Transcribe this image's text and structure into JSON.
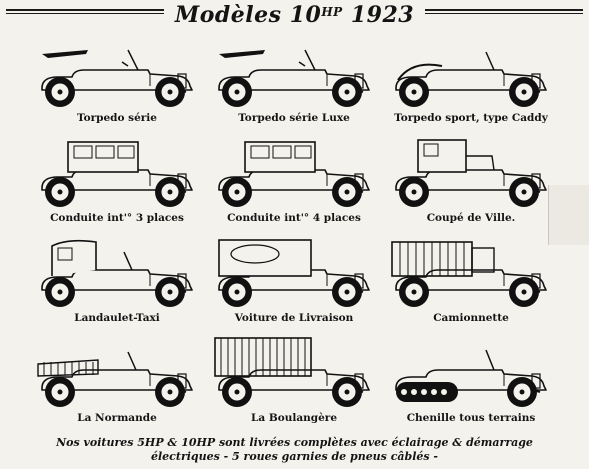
{
  "header": {
    "title": "Modèles 10",
    "hp": "HP",
    "year": "1923"
  },
  "models": [
    {
      "label": "Torpedo série",
      "body": "torpedo"
    },
    {
      "label": "Torpedo série Luxe",
      "body": "torpedo"
    },
    {
      "label": "Torpedo sport, type Caddy",
      "body": "sport"
    },
    {
      "label": "Conduite int'° 3 places",
      "body": "closed"
    },
    {
      "label": "Conduite int'° 4 places",
      "body": "closed"
    },
    {
      "label": "Coupé de Ville.",
      "body": "coupe"
    },
    {
      "label": "Landaulet-Taxi",
      "body": "landaulet"
    },
    {
      "label": "Voiture de Livraison",
      "body": "van"
    },
    {
      "label": "Camionnette",
      "body": "truck"
    },
    {
      "label": "La Normande",
      "body": "rack"
    },
    {
      "label": "La Boulangère",
      "body": "rackvan"
    },
    {
      "label": "Chenille tous terrains",
      "body": "halftrack"
    }
  ],
  "footer": {
    "line1": "Nos voitures 5HP & 10HP sont livrées complètes avec éclairage & démarrage",
    "line2": "électriques - 5 roues garnies de pneus câblés -"
  }
}
